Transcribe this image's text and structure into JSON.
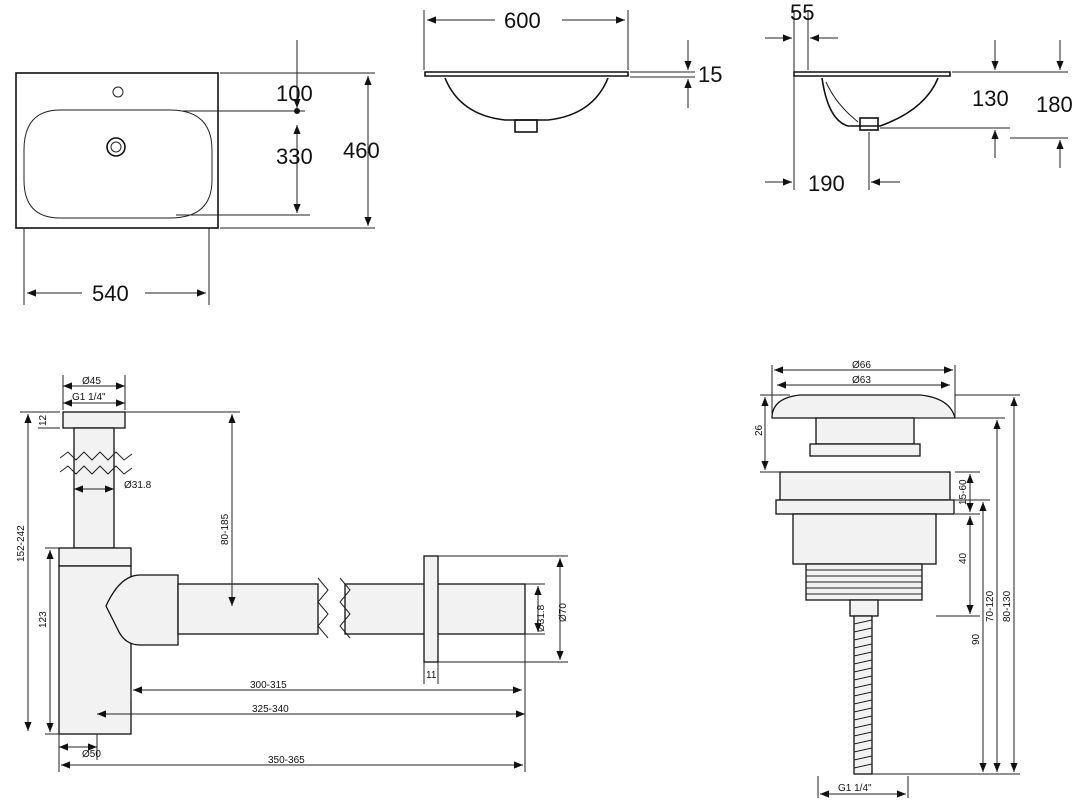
{
  "basin_top": {
    "width": "540",
    "depth": "460",
    "tap_offset": "100",
    "bowl_depth": "330"
  },
  "basin_front": {
    "width": "600",
    "rim": "15"
  },
  "basin_side": {
    "rim_overhang": "55",
    "bowl_height": "130",
    "total_height": "180",
    "drain_offset": "190"
  },
  "siphon": {
    "dia_top": "Ø45",
    "thread_top": "G1 1/4\"",
    "cap_height": "12",
    "height_range": "152-242",
    "tube_dia": "Ø31.8",
    "drop_range": "80-185",
    "body_height": "123",
    "wall_dia1": "Ø31.8",
    "wall_dia2": "Ø70",
    "flange": "11",
    "len1": "300-315",
    "len2": "325-340",
    "len3": "350-365",
    "base_dia": "Ø50"
  },
  "drain": {
    "dia_outer": "Ø66",
    "dia_inner": "Ø63",
    "cap_height": "26",
    "range_clamp": "15-60",
    "body": "40",
    "range1": "70-120",
    "range2": "80-130",
    "rod": "90",
    "thread": "G1 1/4\""
  }
}
